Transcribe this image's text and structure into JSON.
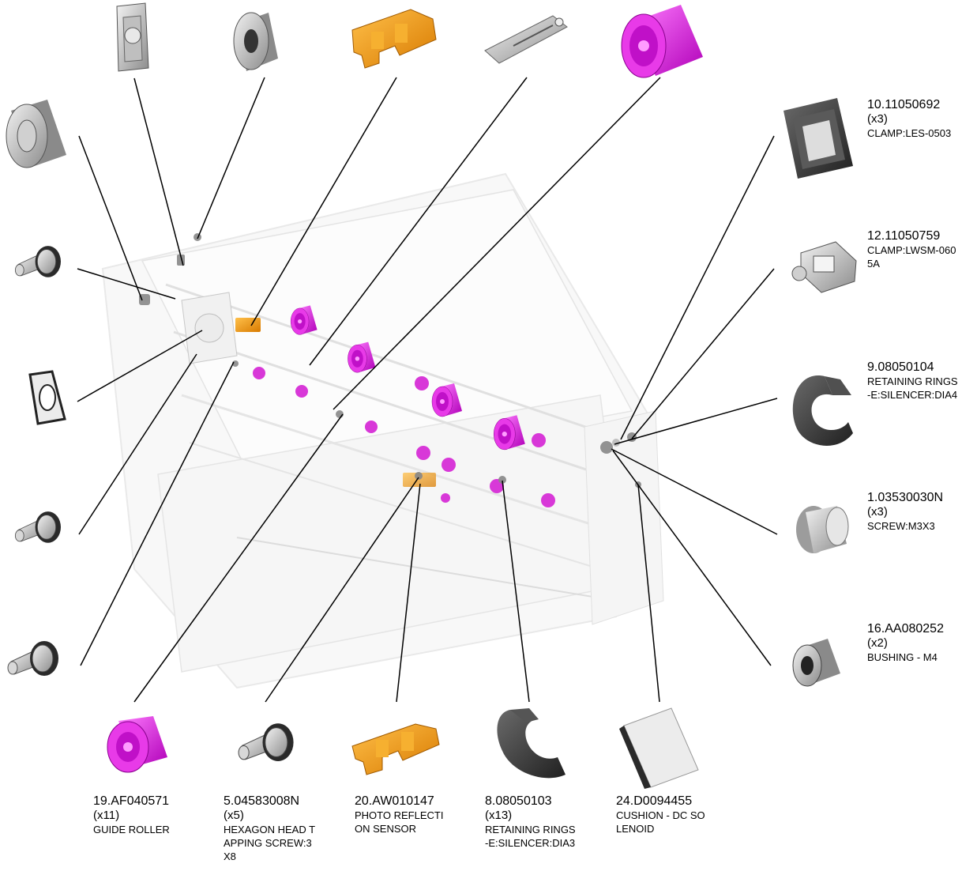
{
  "labels": {
    "clamp_les": {
      "part": "10.11050692",
      "qty": "(x3)",
      "desc": "CLAMP:LES-0503"
    },
    "clamp_lwsm": {
      "part": "12.11050759",
      "desc": [
        "CLAMP:LWSM-060",
        "5A"
      ]
    },
    "retaining_rings_dia4": {
      "part": "9.08050104",
      "desc": [
        "RETAINING RINGS",
        "-E:SILENCER:DIA4"
      ]
    },
    "screw_m3x3": {
      "part": "1.03530030N",
      "qty": "(x3)",
      "desc": "SCREW:M3X3"
    },
    "bushing_m4": {
      "part": "16.AA080252",
      "qty": "(x2)",
      "desc": "BUSHING - M4"
    },
    "guide_roller": {
      "part": "19.AF040571",
      "qty": "(x11)",
      "desc": "GUIDE ROLLER"
    },
    "hex_screw": {
      "part": "5.04583008N",
      "qty": "(x5)",
      "desc": [
        "HEXAGON HEAD T",
        "APPING SCREW:3",
        "X8"
      ]
    },
    "photo_sensor": {
      "part": "20.AW010147",
      "desc": [
        "PHOTO REFLECTI",
        "ON SENSOR"
      ]
    },
    "retaining_rings_dia3": {
      "part": "8.08050103",
      "qty": "(x13)",
      "desc": [
        "RETAINING RINGS",
        "-E:SILENCER:DIA3"
      ]
    },
    "cushion": {
      "part": "24.D0094455",
      "desc": [
        "CUSHION - DC SO",
        "LENOID"
      ]
    }
  },
  "colors": {
    "roller_magenta": "#e02ee0",
    "sensor_orange": "#f0a020",
    "metal_grey": "#9a9a9a",
    "dark_part": "#3a3a3a",
    "leader_line": "#000000"
  }
}
